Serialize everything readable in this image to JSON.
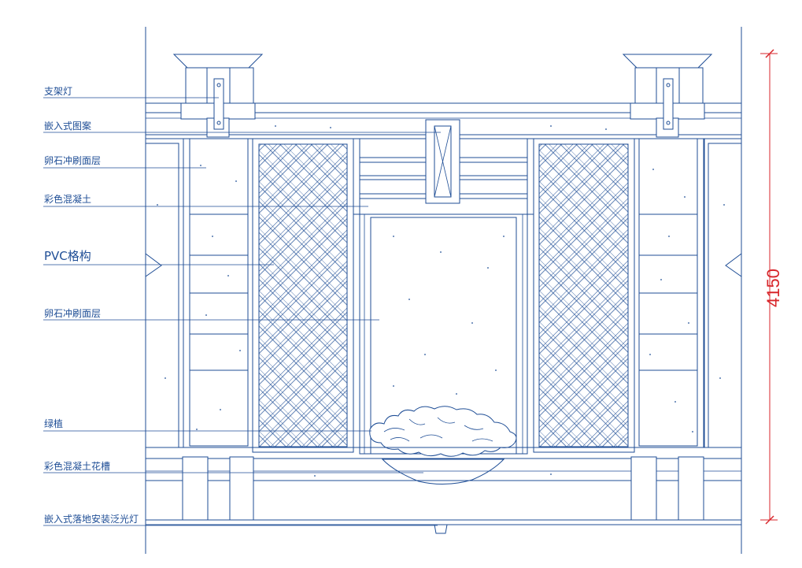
{
  "labels": [
    "支架灯",
    "嵌入式图案",
    "卵石冲刷面层",
    "彩色混凝土",
    "PVC格构",
    "卵石冲刷面层",
    "绿植",
    "彩色混凝土花槽",
    "嵌入式落地安装泛光灯"
  ],
  "dimension": {
    "value": "4150"
  },
  "colors": {
    "line": "#1f4e96",
    "dimension": "#d8262b",
    "background": "#ffffff"
  }
}
